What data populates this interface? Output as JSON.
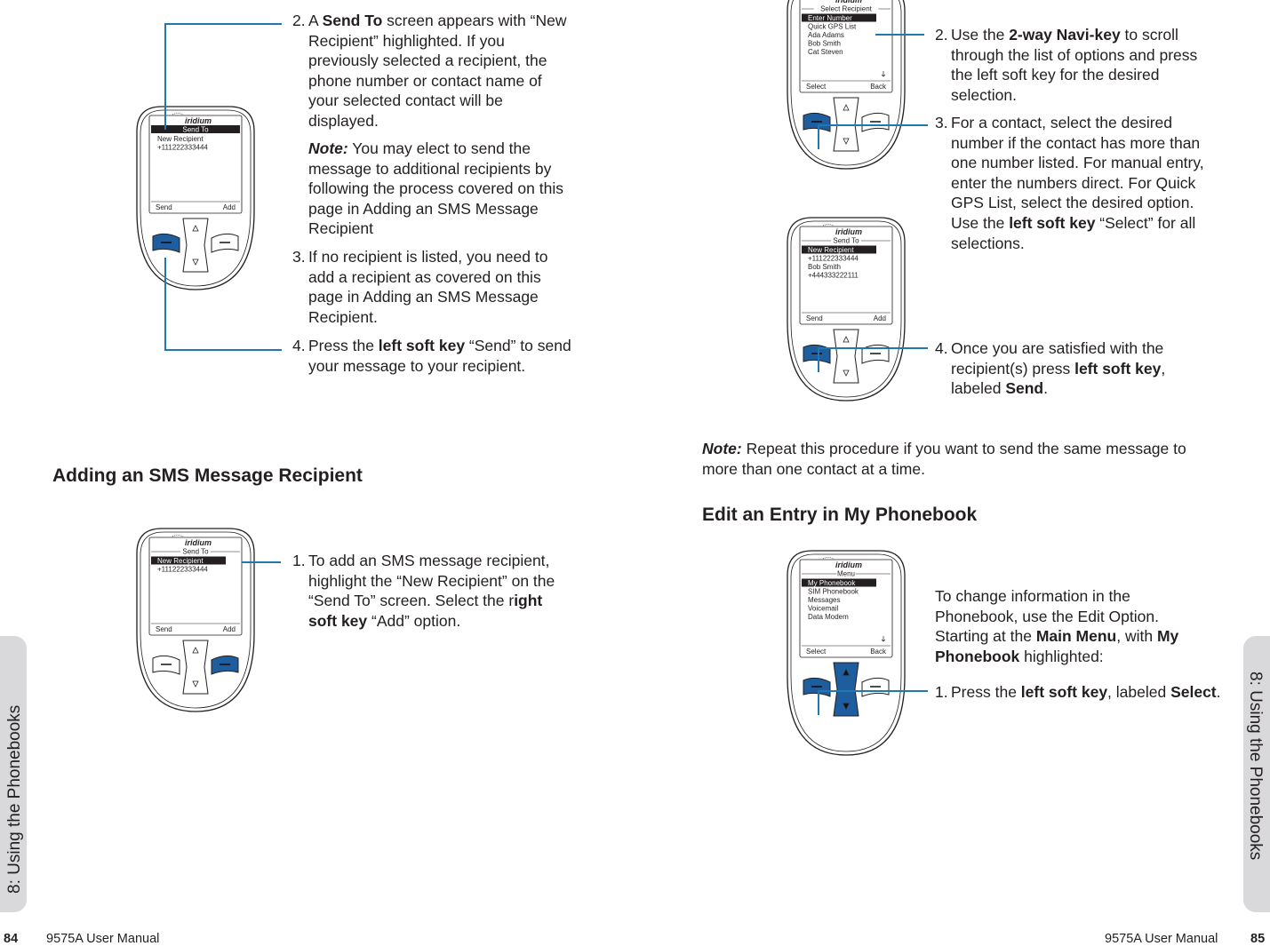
{
  "left_tab": "8: Using the Phonebooks",
  "right_tab": "8: Using the Phonebooks",
  "footer": {
    "left_num": "84",
    "left_text": "9575A User Manual",
    "right_text": "9575A User Manual",
    "right_num": "85"
  },
  "phones": {
    "logo": "iridium",
    "p1": {
      "title": "Send To",
      "lines": [
        "New Recipient",
        "+111222333444"
      ],
      "softkeys": [
        "Send",
        "Add"
      ]
    },
    "p2": {
      "title": "Send To",
      "lines": [
        "New Recipient",
        "+111222333444"
      ],
      "softkeys": [
        "Send",
        "Add"
      ]
    },
    "p3": {
      "title": "Select Recipient",
      "lines": [
        "Enter Number",
        "Quick GPS List",
        "Ada Adams",
        "Bob Smith",
        "Cat Steven"
      ],
      "softkeys": [
        "Select",
        "Back"
      ]
    },
    "p4": {
      "title": "Send To",
      "lines": [
        "New Recipient",
        "+111222333444",
        "Bob Smith",
        "+444333222111"
      ],
      "softkeys": [
        "Send",
        "Add"
      ]
    },
    "p5": {
      "title": "Menu",
      "lines": [
        "My Phonebook",
        "SIM Phonebook",
        "Messages",
        "Voicemail",
        "Data Modem"
      ],
      "softkeys": [
        "Select",
        "Back"
      ]
    }
  },
  "left": {
    "s2": {
      "num": "2.",
      "a": "A ",
      "b": "Send To",
      "c": " screen appears with “New Recipient” highlighted. If you previously selected a recipient, the phone number or contact name of your selected contact will be displayed."
    },
    "note": {
      "label": "Note:",
      "text": " You may elect to send the message to additional recipients by following the process covered on this page in Adding an SMS Message Recipient"
    },
    "s3": {
      "num": "3.",
      "text": "If no recipient is listed, you need to add a recipient as covered on this page in Adding an SMS Message Recipient."
    },
    "s4": {
      "num": "4.",
      "a": "Press the ",
      "b": "left soft key",
      "c": " “Send” to send your message to your recipient."
    },
    "heading": "Adding an SMS Message Recipient",
    "s1": {
      "num": "1.",
      "a": "To add an SMS message recipient, highlight the “New Recipient” on the “Send To” screen. Select the r",
      "b": "ight soft key",
      "c": " “Add” option."
    }
  },
  "right": {
    "s2": {
      "num": "2.",
      "a": "Use the ",
      "b": "2-way Navi-key",
      "c": " to scroll through the list of options and press the left soft key for the desired selection."
    },
    "s3": {
      "num": "3.",
      "a": "For a contact, select the desired number if  the contact has more than one number listed. For manual entry, enter the numbers direct. For Quick GPS List, select the desired option. Use the ",
      "b": "left soft key",
      "c": " “Select” for all selections."
    },
    "s4": {
      "num": "4.",
      "a": "Once you are satisfied with the recipient(s) press ",
      "b": "left soft key",
      "c": ", labeled ",
      "d": "Send",
      "e": "."
    },
    "note": {
      "label": "Note:",
      "text": " Repeat this procedure if you want to send the same message to more than one contact at a time."
    },
    "heading": "Edit an Entry in My Phonebook",
    "intro": {
      "a": "To change information in the Phonebook, use the Edit Option. Starting at the ",
      "b": "Main Menu",
      "c": ", with ",
      "d": "My Phonebook",
      "e": " highlighted:"
    },
    "s1": {
      "num": "1.",
      "a": "Press the ",
      "b": "left soft key",
      "c": ", labeled ",
      "d": "Select",
      "e": "."
    }
  }
}
